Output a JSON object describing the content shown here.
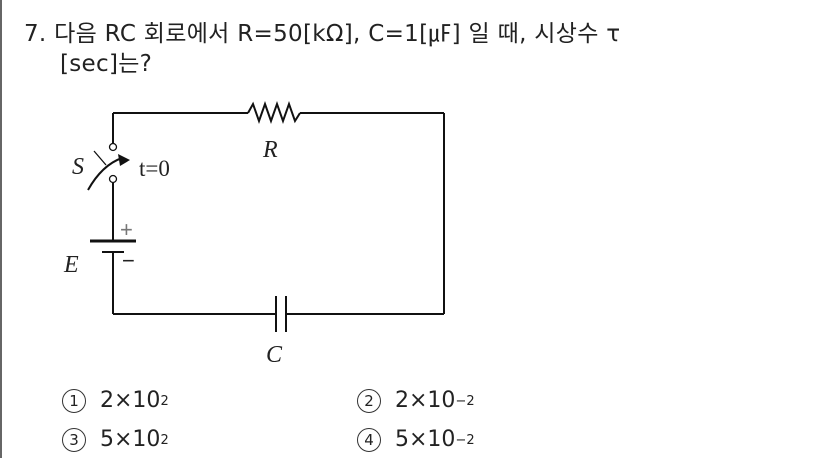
{
  "question": {
    "number": "7.",
    "line1": "7. 다음 RC 회로에서 R=50[kΩ], C=1[㎌] 일 때, 시상수 τ",
    "line2": "[sec]는?"
  },
  "circuit": {
    "labels": {
      "switch": "S",
      "switch_time": "t=0",
      "resistor": "R",
      "source": "E",
      "plus": "+",
      "minus": "−",
      "capacitor": "C"
    }
  },
  "choices": [
    {
      "num": "1",
      "mantissa": "2×10",
      "exp": "2"
    },
    {
      "num": "2",
      "mantissa": "2×10",
      "exp": "−2"
    },
    {
      "num": "3",
      "mantissa": "5×10",
      "exp": "2"
    },
    {
      "num": "4",
      "mantissa": "5×10",
      "exp": "−2"
    }
  ]
}
